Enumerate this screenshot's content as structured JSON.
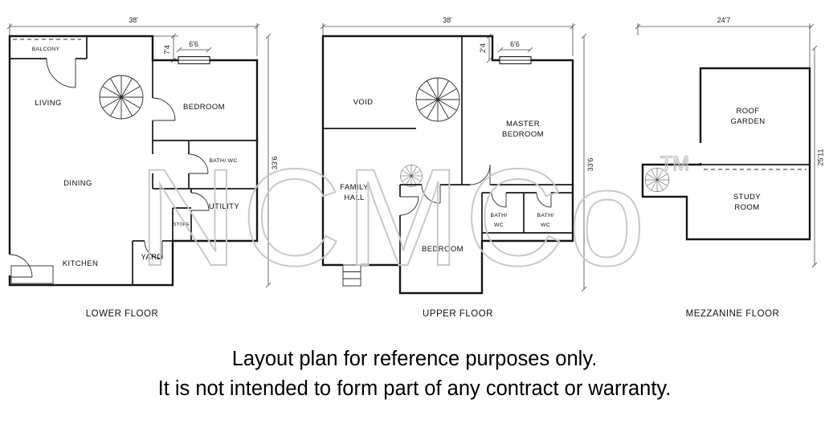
{
  "watermark": {
    "text": "NCMCo",
    "tm": "TM"
  },
  "disclaimer": {
    "line1": "Layout plan for reference purposes only.",
    "line2": "It is not intended to form part of any contract or warranty."
  },
  "floors": {
    "lower": {
      "label": "LOWER FLOOR",
      "dim_width": "38'",
      "dim_height": "33'6",
      "dim_offset": "7'4",
      "dim_window": "6'6",
      "rooms": {
        "balcony": "BALCONY",
        "living": "LIVING",
        "bedroom": "BEDROOM",
        "dining": "DINING",
        "bath": "BATH/ WC",
        "utility": "UTILITY",
        "store": "STORE",
        "kitchen": "KITCHEN",
        "yard": "YARD"
      }
    },
    "upper": {
      "label": "UPPER FLOOR",
      "dim_width": "38'",
      "dim_height": "33'6",
      "dim_offset": "2'4",
      "dim_window": "6'6",
      "rooms": {
        "void": "VOID",
        "master_line1": "MASTER",
        "master_line2": "BEDROOM",
        "family_line1": "FAMILY",
        "family_line2": "HALL",
        "bedroom": "BEDROOM",
        "bath1_line1": "BATH/",
        "bath1_line2": "WC",
        "bath2_line1": "BATH/",
        "bath2_line2": "WC"
      }
    },
    "mezzanine": {
      "label": "MEZZANINE FLOOR",
      "dim_width": "24'7",
      "dim_height": "25'11",
      "rooms": {
        "roof_line1": "ROOF",
        "roof_line2": "GARDEN",
        "study_line1": "STUDY",
        "study_line2": "ROOM"
      }
    }
  }
}
